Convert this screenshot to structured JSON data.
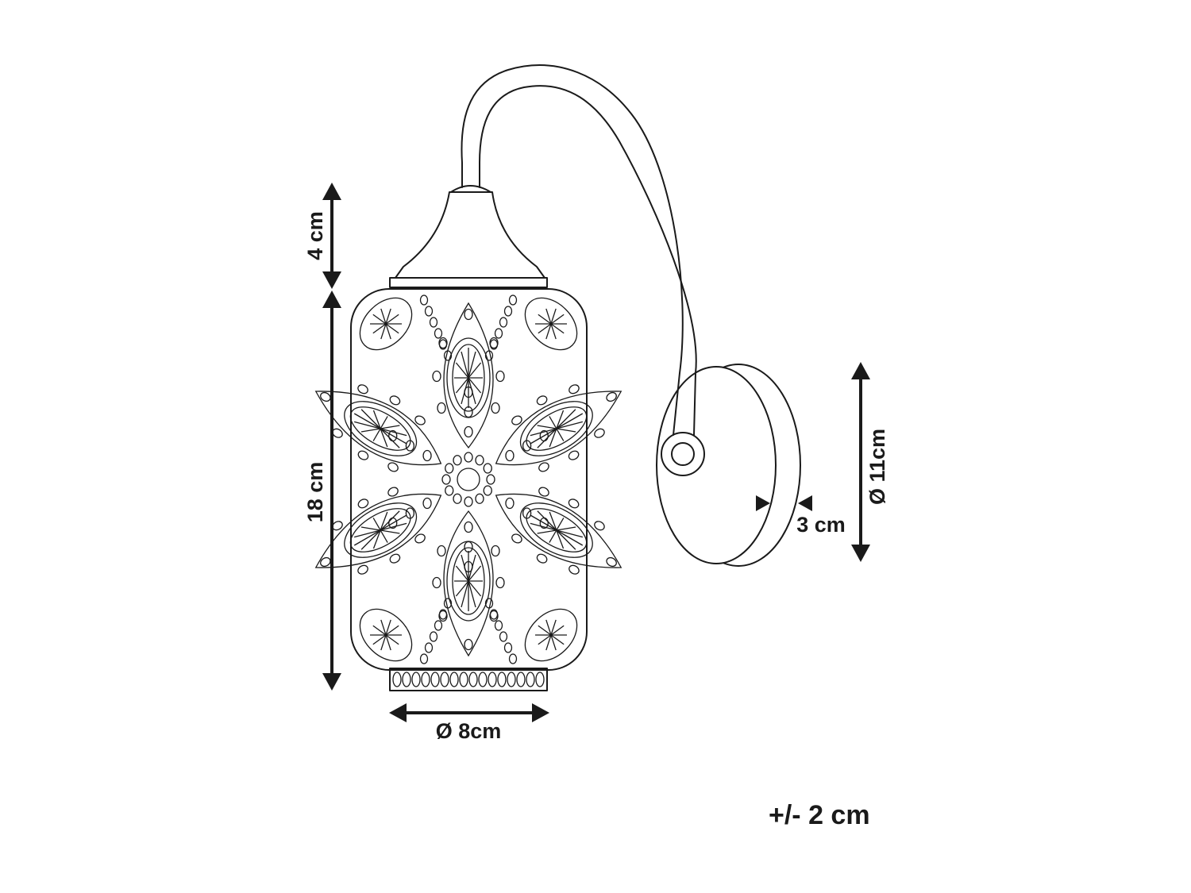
{
  "diagram": {
    "subject": "wall-lamp",
    "dimensions": {
      "top_height": "4 cm",
      "shade_height": "18 cm",
      "shade_diameter": "Ø 8cm",
      "base_depth": "3 cm",
      "base_diameter": "Ø 11cm"
    },
    "tolerance": "+/- 2 cm"
  },
  "colors": {
    "line": "#1a1a1a",
    "background": "#ffffff"
  }
}
